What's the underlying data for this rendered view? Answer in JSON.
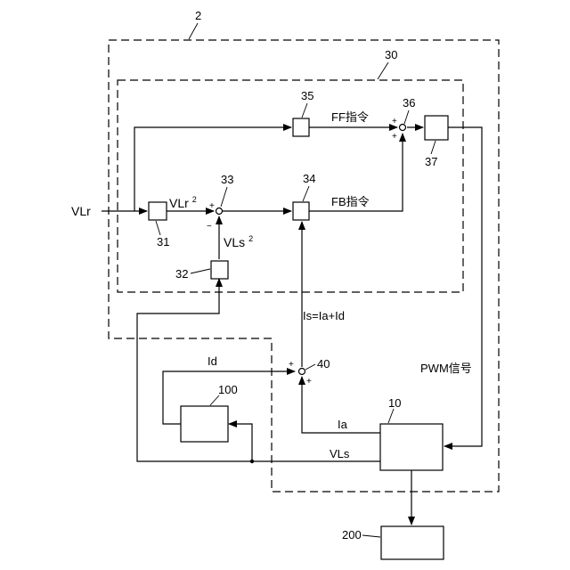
{
  "labels": {
    "outer_frame": "2",
    "inner_frame": "30",
    "block_31": "31",
    "block_32": "32",
    "junction_33": "33",
    "block_34": "34",
    "block_35": "35",
    "junction_36": "36",
    "block_37": "37",
    "block_10": "10",
    "block_100": "100",
    "block_200": "200",
    "junction_40": "40"
  },
  "signals": {
    "input": "VLr",
    "vlr_sq_base": "VLr",
    "vls_sq_base": "VLs",
    "square_exp": "2",
    "ff_command": "FF指令",
    "fb_command": "FB指令",
    "current_sum": "Is=Ia+Id",
    "id": "Id",
    "ia": "Ia",
    "vls": "VLs",
    "pwm": "PWM信号"
  },
  "signs": {
    "plus": "+",
    "minus": "−"
  }
}
